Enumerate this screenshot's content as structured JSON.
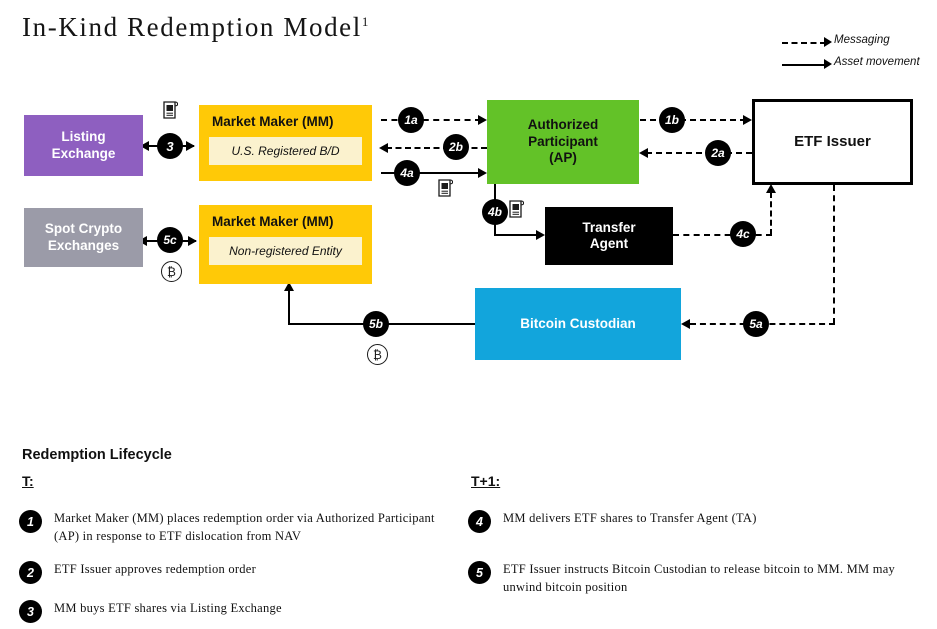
{
  "title": {
    "text": "In-Kind Redemption Model",
    "footnote_marker": "1"
  },
  "legend": [
    {
      "style": "dashed",
      "label": "Messaging",
      "icon": "dashed-arrow-icon"
    },
    {
      "style": "solid",
      "label": "Asset movement",
      "icon": "solid-arrow-icon"
    }
  ],
  "colors": {
    "listing_exchange": "#8E5FC0",
    "spot_crypto": "#9B9BA8",
    "market_maker": "#FFC907",
    "market_maker_inner": "#FBF2CE",
    "authorized_participant": "#63C228",
    "transfer_agent": "#000000",
    "bitcoin_custodian": "#12A5DC",
    "etf_issuer_border": "#000000",
    "badge": "#000000"
  },
  "nodes": {
    "listing_exchange": {
      "label": "Listing\nExchange",
      "line1": "Listing",
      "line2": "Exchange"
    },
    "spot_crypto": {
      "label": "Spot Crypto\nExchanges",
      "line1": "Spot Crypto",
      "line2": "Exchanges"
    },
    "mm_top": {
      "title": "Market Maker (MM)",
      "subtitle": "U.S. Registered  B/D"
    },
    "mm_bottom": {
      "title": "Market Maker (MM)",
      "subtitle": "Non-registered Entity"
    },
    "authorized_participant": {
      "line1": "Authorized",
      "line2": "Participant",
      "line3": "(AP)"
    },
    "etf_issuer": {
      "label": "ETF Issuer"
    },
    "transfer_agent": {
      "line1": "Transfer",
      "line2": "Agent"
    },
    "bitcoin_custodian": {
      "label": "Bitcoin Custodian"
    }
  },
  "connector_badges": {
    "step_1a": "1a",
    "step_1b": "1b",
    "step_2a": "2a",
    "step_2b": "2b",
    "step_3": "3",
    "step_4a": "4a",
    "step_4b": "4b",
    "step_4c": "4c",
    "step_5a": "5a",
    "step_5b": "5b",
    "step_5c": "5c"
  },
  "btc_symbol": "₿",
  "lifecycle": {
    "heading": "Redemption Lifecycle",
    "columns": [
      {
        "header": "T:",
        "items": [
          {
            "num": "1",
            "text": "Market Maker (MM) places redemption order via Authorized Participant (AP) in response to ETF dislocation from NAV"
          },
          {
            "num": "2",
            "text": "ETF Issuer approves redemption order"
          },
          {
            "num": "3",
            "text": "MM buys ETF shares via Listing Exchange"
          }
        ]
      },
      {
        "header": "T+1:",
        "items": [
          {
            "num": "4",
            "text": "MM delivers ETF shares to Transfer Agent (TA)"
          },
          {
            "num": "5",
            "text": "ETF Issuer instructs Bitcoin Custodian to release bitcoin to MM. MM may unwind bitcoin position"
          }
        ]
      }
    ]
  }
}
